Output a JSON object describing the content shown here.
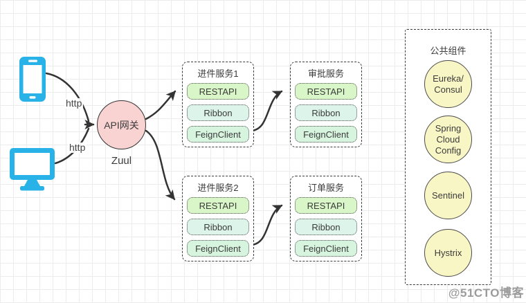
{
  "clients": {
    "top_icon": "smartphone-icon",
    "bottom_icon": "desktop-monitor-icon",
    "http_label_top": "http",
    "http_label_bottom": "http"
  },
  "gateway": {
    "label": "API网关",
    "sub_label": "Zuul"
  },
  "services": [
    {
      "title": "进件服务1",
      "components": [
        "RESTAPI",
        "Ribbon",
        "FeignClient"
      ]
    },
    {
      "title": "审批服务",
      "components": [
        "RESTAPI",
        "Ribbon",
        "FeignClient"
      ]
    },
    {
      "title": "进件服务2",
      "components": [
        "RESTAPI",
        "Ribbon",
        "FeignClient"
      ]
    },
    {
      "title": "订单服务",
      "components": [
        "RESTAPI",
        "Ribbon",
        "FeignClient"
      ]
    }
  ],
  "common": {
    "title": "公共组件",
    "items": [
      "Eureka/\nConsul",
      "Spring\nCloud\nConfig",
      "Sentinel",
      "Hystrix"
    ]
  },
  "watermark": "@51CTO博客",
  "colors": {
    "client_blue": "#29b2e8",
    "gateway_pink": "#f9d2d2",
    "restapi_green": "#d9f6c8",
    "ribbon_mint": "#dcf4ea",
    "feign_green": "#d7f4df",
    "common_yellow": "#f9f6c6",
    "grid_line": "#ececec",
    "wire_dark": "#333333"
  }
}
